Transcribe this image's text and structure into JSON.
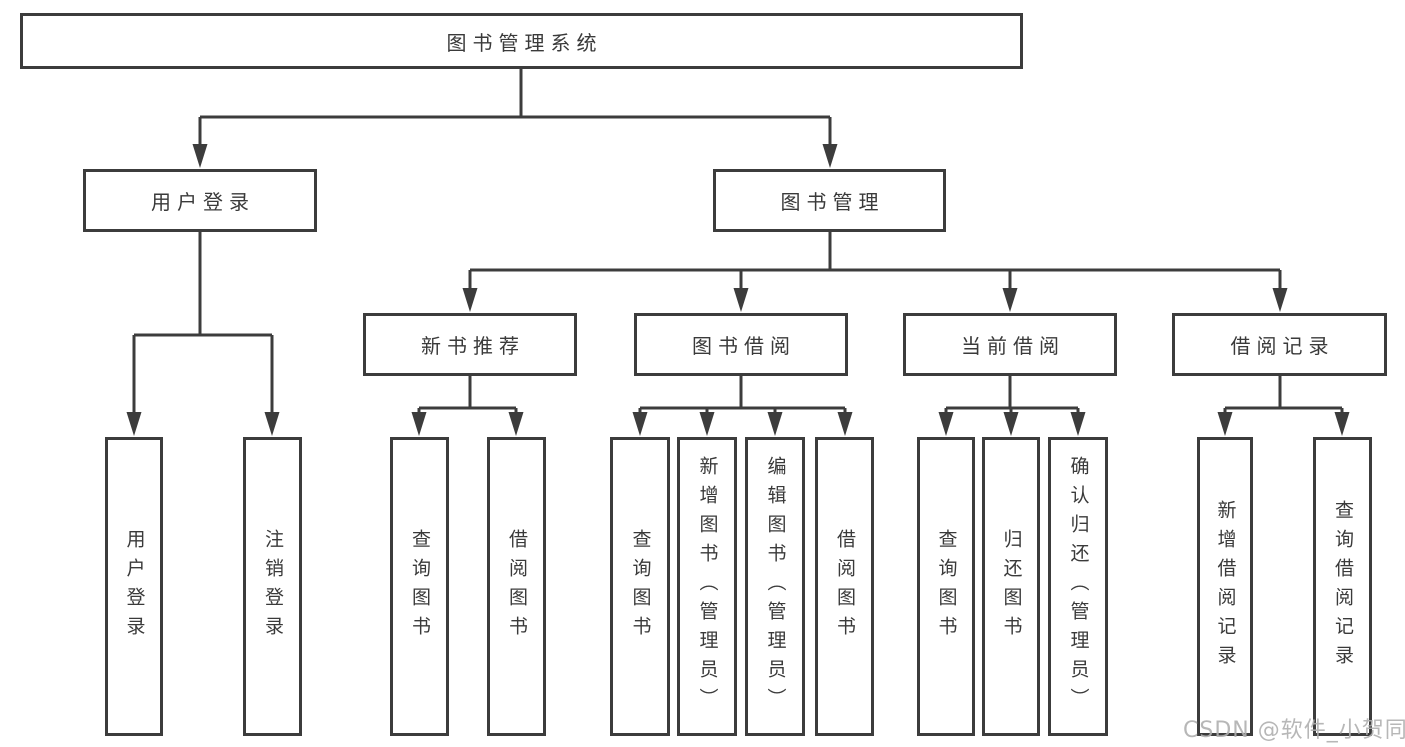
{
  "colors": {
    "line": "#3c3c3c",
    "box_border": "#3c3c3c",
    "text": "#3a3a3a",
    "watermark": "#b0b0b0",
    "background": "#ffffff"
  },
  "watermark": "CSDN @软件_小贺同学",
  "diagram": {
    "root": "图书管理系统",
    "level2": [
      "用户登录",
      "图书管理"
    ],
    "level3": [
      "新书推荐",
      "图书借阅",
      "当前借阅",
      "借阅记录"
    ],
    "leaves": [
      "用户登录",
      "注销登录",
      "查询图书",
      "借阅图书",
      "查询图书",
      "新增图书（管理员）",
      "编辑图书（管理员）",
      "借阅图书",
      "查询图书",
      "归还图书",
      "确认归还（管理员）",
      "新增借阅记录",
      "查询借阅记录"
    ]
  }
}
